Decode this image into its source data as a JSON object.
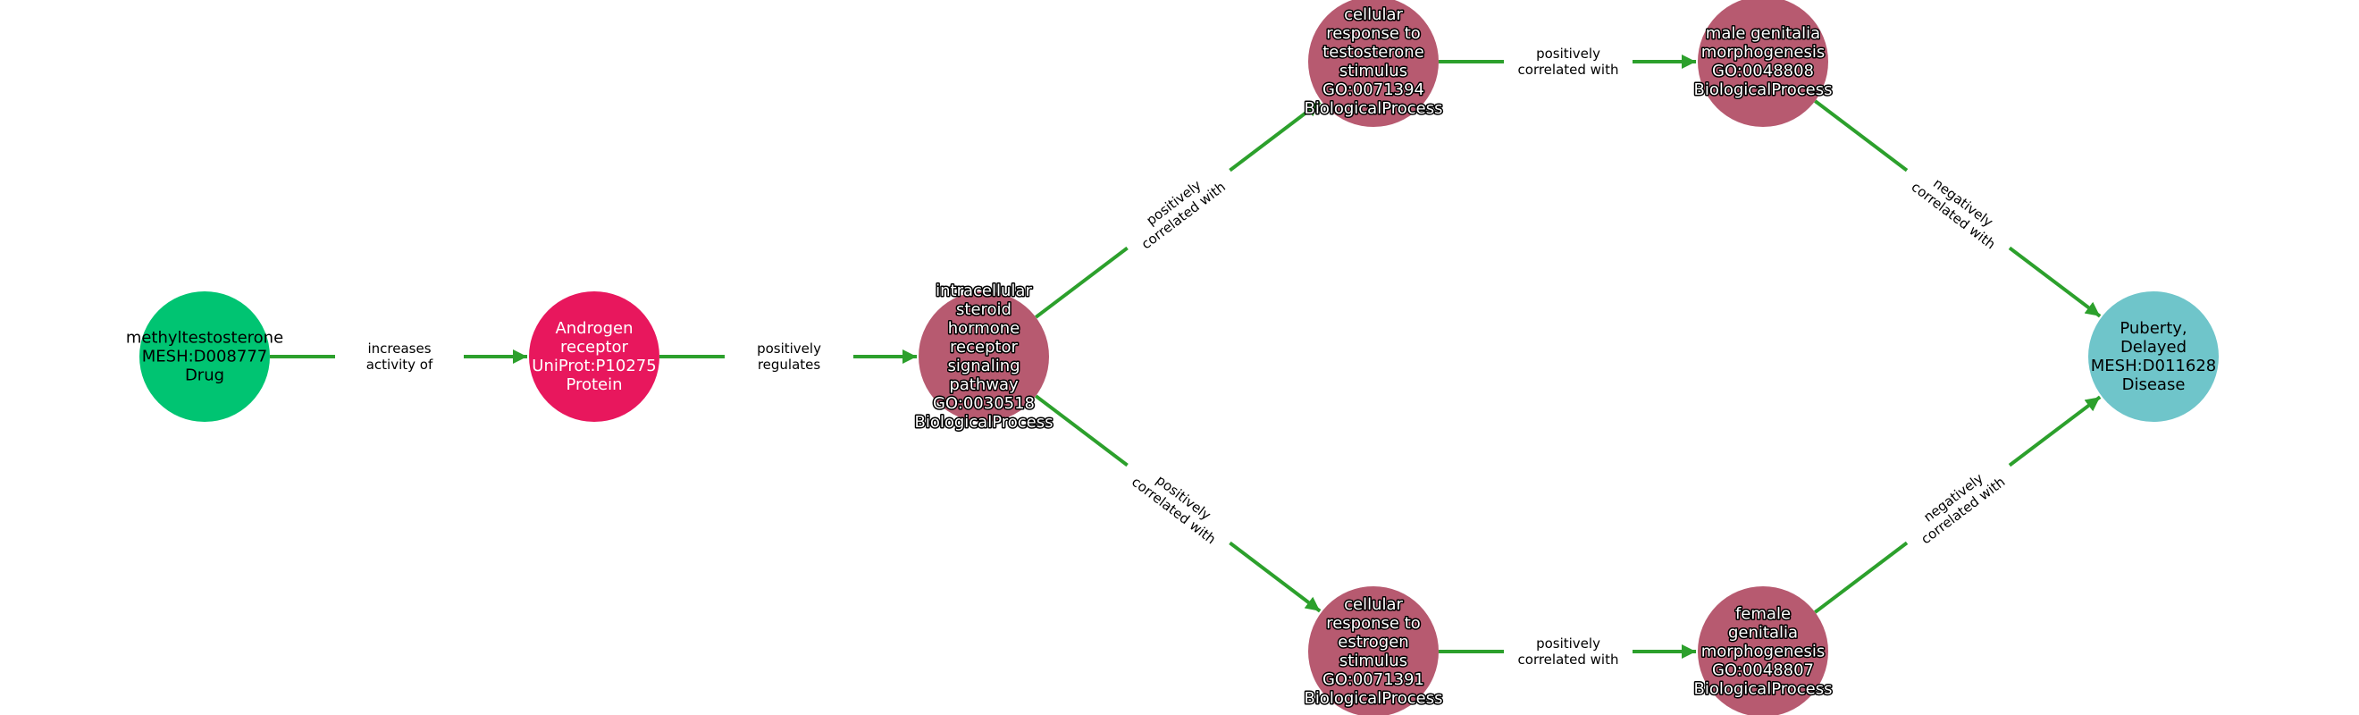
{
  "colors": {
    "edge": "#2ca02c",
    "drug": "#00c472",
    "protein": "#e8175d",
    "process": "#b75a70",
    "disease": "#6fc5ca"
  },
  "nodes": [
    {
      "id": "n0",
      "name": "methyltestosterone-node",
      "lines": [
        "methyltestosterone",
        "MESH:D008777",
        "Drug"
      ],
      "kind": "drug",
      "text_style": "dark"
    },
    {
      "id": "n1",
      "name": "androgen-receptor-node",
      "lines": [
        "Androgen",
        "receptor",
        "UniProt:P10275",
        "Protein"
      ],
      "kind": "protein",
      "text_style": "light"
    },
    {
      "id": "n2",
      "name": "intracellular-steroid-hormone-node",
      "lines": [
        "intracellular",
        "steroid",
        "hormone",
        "receptor",
        "signaling",
        "pathway",
        "GO:0030518",
        "BiologicalProcess"
      ],
      "kind": "process",
      "text_style": "outlined"
    },
    {
      "id": "n3",
      "name": "testosterone-stimulus-node",
      "lines": [
        "cellular",
        "response to",
        "testosterone",
        "stimulus",
        "GO:0071394",
        "BiologicalProcess"
      ],
      "kind": "process",
      "text_style": "outlined"
    },
    {
      "id": "n4",
      "name": "male-genitalia-node",
      "lines": [
        "male genitalia",
        "morphogenesis",
        "GO:0048808",
        "BiologicalProcess"
      ],
      "kind": "process",
      "text_style": "outlined"
    },
    {
      "id": "n5",
      "name": "puberty-delayed-node",
      "lines": [
        "Puberty,",
        "Delayed",
        "MESH:D011628",
        "Disease"
      ],
      "kind": "disease",
      "text_style": "dark"
    },
    {
      "id": "n6",
      "name": "estrogen-stimulus-node",
      "lines": [
        "cellular",
        "response to",
        "estrogen",
        "stimulus",
        "GO:0071391",
        "BiologicalProcess"
      ],
      "kind": "process",
      "text_style": "outlined"
    },
    {
      "id": "n7",
      "name": "female-genitalia-node",
      "lines": [
        "female",
        "genitalia",
        "morphogenesis",
        "GO:0048807",
        "BiologicalProcess"
      ],
      "kind": "process",
      "text_style": "outlined"
    }
  ],
  "edges": [
    {
      "from": "n0",
      "to": "n1",
      "lines": [
        "increases",
        "activity of"
      ]
    },
    {
      "from": "n1",
      "to": "n2",
      "lines": [
        "positively",
        "regulates"
      ]
    },
    {
      "from": "n2",
      "to": "n3",
      "lines": [
        "positively",
        "correlated with"
      ]
    },
    {
      "from": "n2",
      "to": "n6",
      "lines": [
        "positively",
        "correlated with"
      ]
    },
    {
      "from": "n3",
      "to": "n4",
      "lines": [
        "positively",
        "correlated with"
      ]
    },
    {
      "from": "n6",
      "to": "n7",
      "lines": [
        "positively",
        "correlated with"
      ]
    },
    {
      "from": "n4",
      "to": "n5",
      "lines": [
        "negatively",
        "correlated with"
      ]
    },
    {
      "from": "n7",
      "to": "n5",
      "lines": [
        "negatively",
        "correlated with"
      ]
    }
  ]
}
